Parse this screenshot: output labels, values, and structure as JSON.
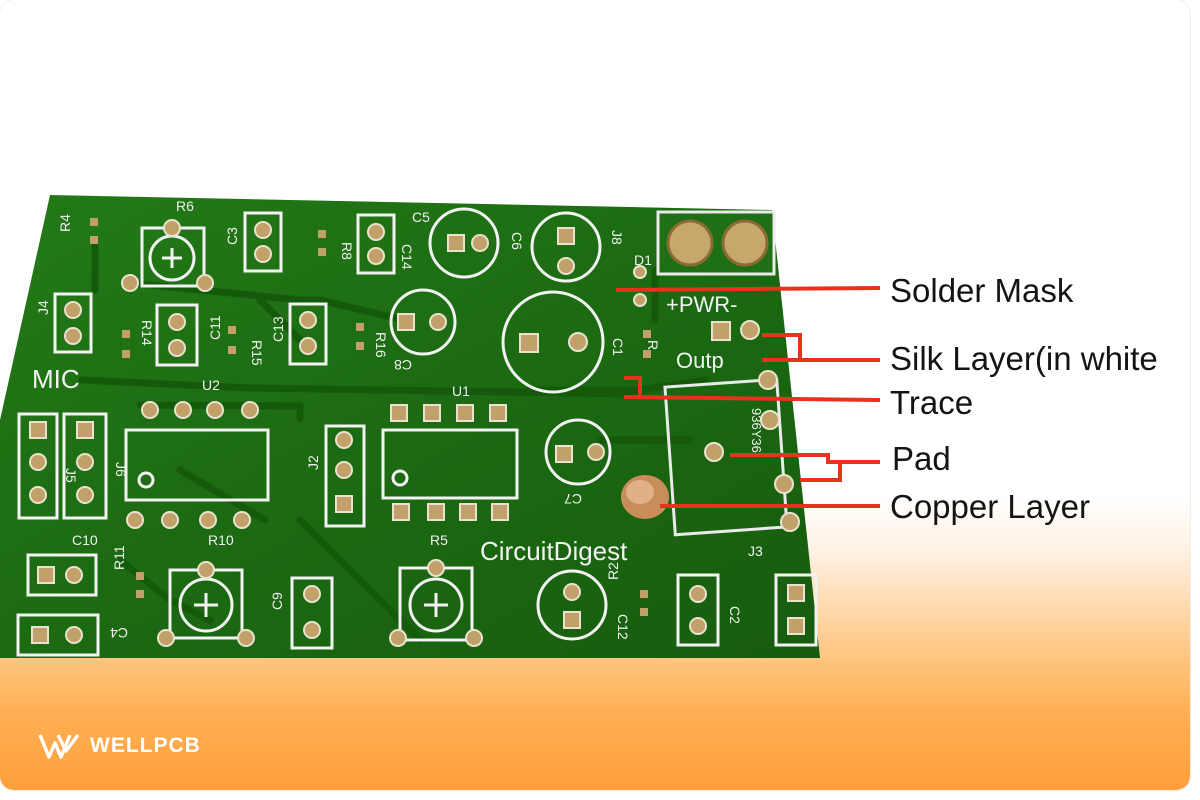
{
  "pcb": {
    "brand": "CircuitDigest",
    "labels": {
      "mic": "MIC",
      "pwr": "+PWR-",
      "output": "Outp",
      "r6": "R6",
      "r4": "R4",
      "c3": "C3",
      "r8": "R8",
      "c14": "C14",
      "c5": "C5",
      "c6": "C6",
      "j8": "J8",
      "d1": "D1",
      "j4": "J4",
      "r14": "R14",
      "c11": "C11",
      "r15": "R15",
      "c13": "C13",
      "r16": "R16",
      "c8": "C8",
      "c1": "C1",
      "r1": "R",
      "u2": "U2",
      "u1": "U1",
      "j6": "J6",
      "j5": "J5",
      "j2": "J2",
      "c10": "C10",
      "r10": "R10",
      "r5": "R5",
      "c7": "C7",
      "r11": "R11",
      "c4": "C4",
      "c9": "C9",
      "r2": "R2",
      "c12": "C12",
      "c2": "C2",
      "j3": "J3",
      "part_number": "936Y36"
    }
  },
  "callouts": [
    {
      "id": "solder-mask",
      "text": "Solder Mask"
    },
    {
      "id": "silk-layer",
      "text": "Silk Layer(in white"
    },
    {
      "id": "trace",
      "text": "Trace"
    },
    {
      "id": "pad",
      "text": "Pad"
    },
    {
      "id": "copper-layer",
      "text": "Copper Layer"
    }
  ],
  "watermark": {
    "text": "WELLPCB"
  },
  "colors": {
    "board_green": "#1f6d14",
    "silkscreen": "#f2f2f2",
    "copper_pad": "#c2a06a",
    "callout_line": "#e8321e",
    "accent_orange": "#ff9f3b"
  }
}
